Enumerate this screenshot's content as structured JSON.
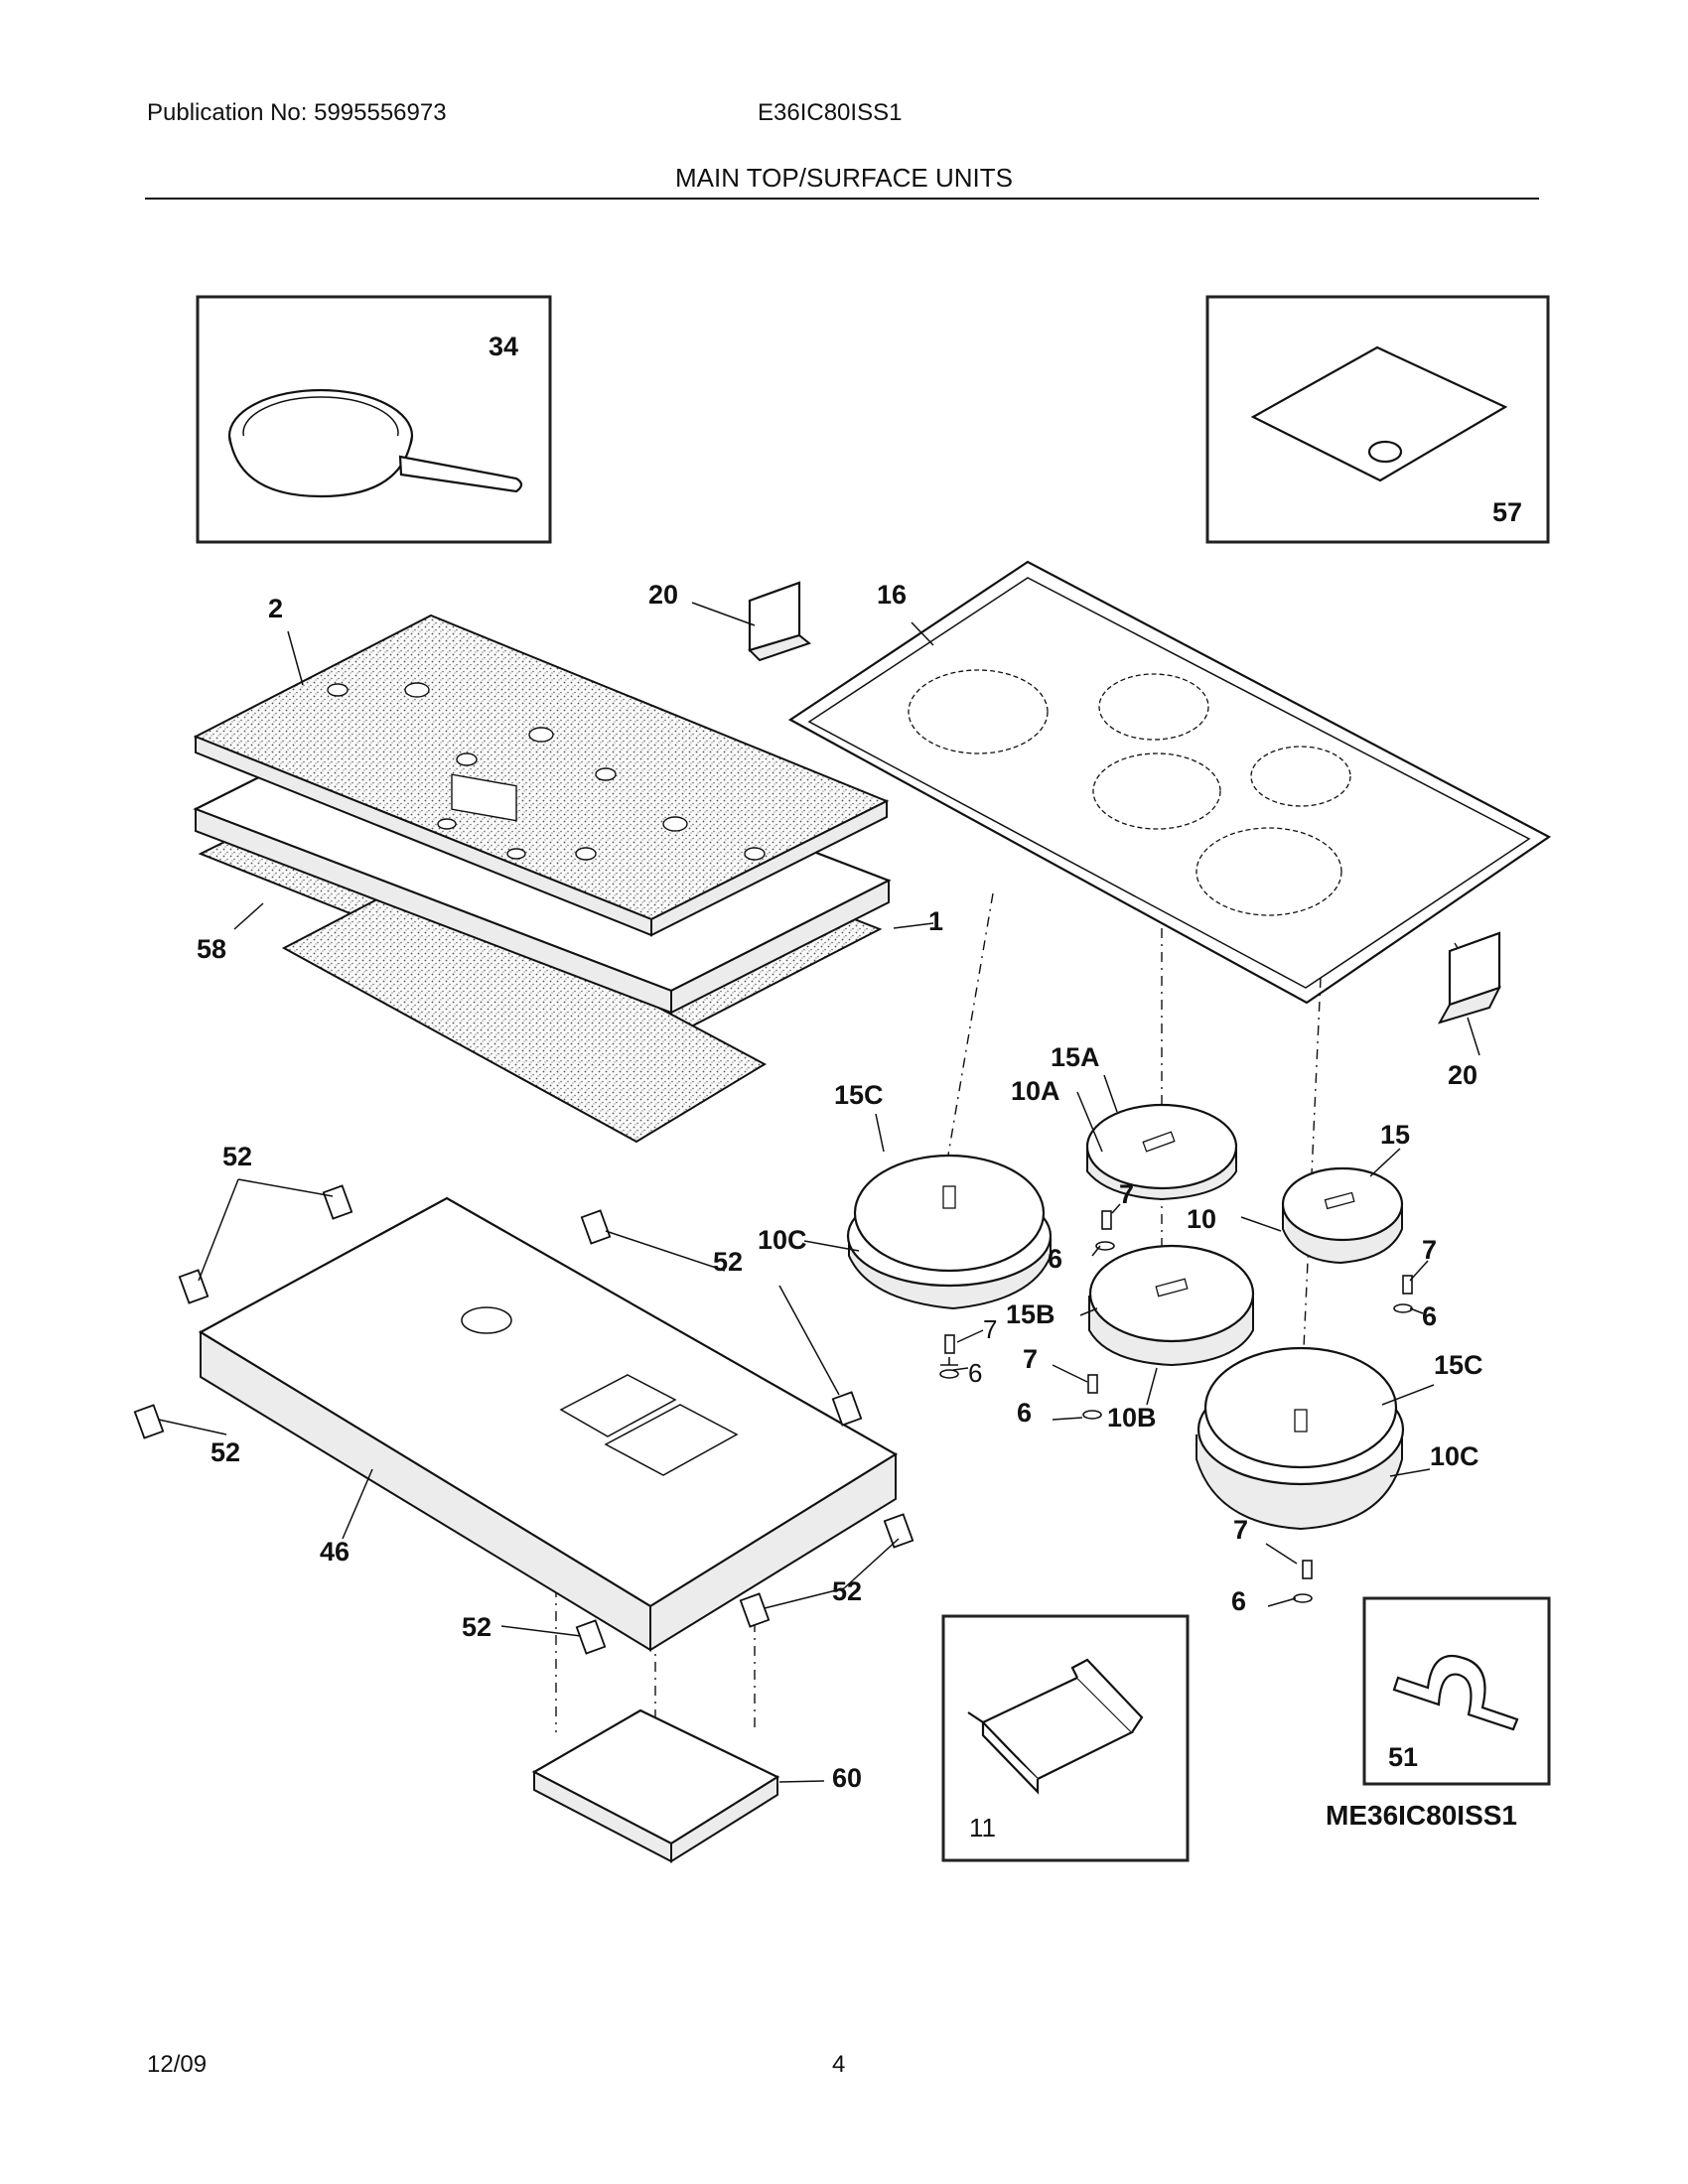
{
  "header": {
    "publication": "Publication No: 5995556973",
    "model": "E36IC80ISS1",
    "section_title": "MAIN TOP/SURFACE UNITS"
  },
  "footer": {
    "date": "12/09",
    "page_number": "4"
  },
  "diagram": {
    "code": "ME36IC80ISS1",
    "part_labels": {
      "frypan": "34",
      "gasket": "57",
      "insulation_top": "2",
      "bracket_top": "20",
      "glass_top": "16",
      "frame": "1",
      "insulation_bottom": "58",
      "bracket_right": "20",
      "element_15a": "15A",
      "element_10a": "10A",
      "element_15c_left": "15C",
      "element_15": "15",
      "element_10c_left": "10C",
      "element_10": "10",
      "screw_7_a": "7",
      "screw_6_a": "6",
      "screw_7_b": "7",
      "screw_6_b": "6",
      "element_15b": "15B",
      "screw_7_c": "7",
      "screw_6_c": "6",
      "screw_7_d": "7",
      "screw_6_d": "6",
      "element_10b": "10B",
      "element_15c_right": "15C",
      "element_10c_right": "10C",
      "screw_7_e": "7",
      "screw_6_e": "6",
      "clip_52_a": "52",
      "clip_52_b": "52",
      "clip_52_c": "52",
      "clip_52_d": "52",
      "clip_52_e": "52",
      "box": "46",
      "tray": "60",
      "bracket_11": "11",
      "clamp": "51"
    }
  }
}
